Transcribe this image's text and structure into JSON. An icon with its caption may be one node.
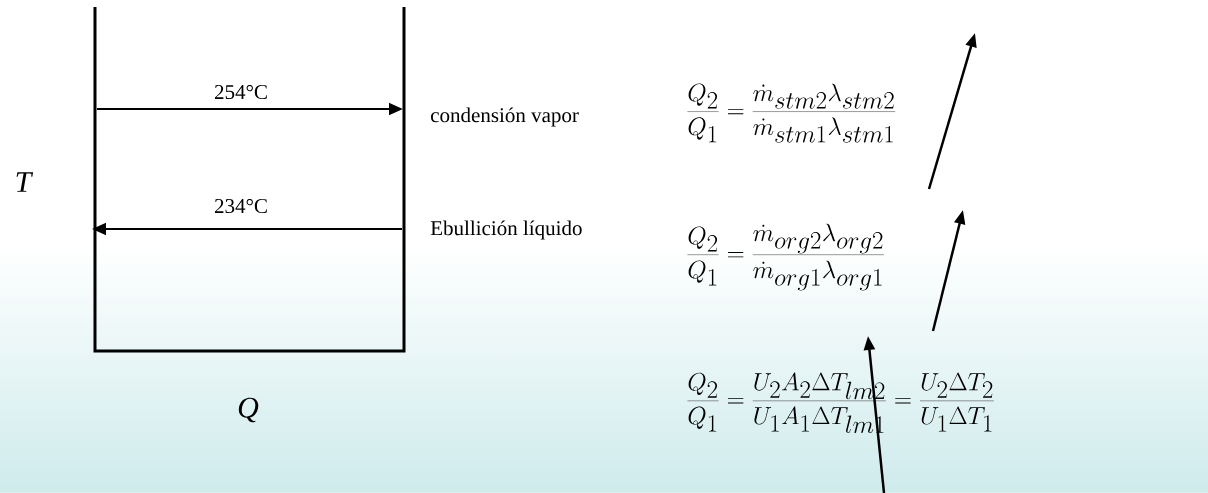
{
  "diagram": {
    "labels": [
      "254°C",
      "condensión vapor",
      "\\frac{Q_2}{Q_1}=\\frac{\\dot m_{stm2}\\lambda_{stm2}}{\\dot m_{stm1}\\lambda_{stm1}}",
      "T",
      "234°C",
      "Ebullición líquido",
      "\\frac{Q_2}{Q_1}=\\frac{\\dot m_{org2}\\lambda_{org2}}{\\dot m_{org1}\\lambda_{org1}}",
      "\\frac{Q_2}{Q_1}=\\frac{U_2A_2\\Delta T_{lm2}}{U_1A_1\\Delta T_{lm1}}=\\frac{U_2\\Delta T_2}{U_1\\Delta T_1}",
      "Q"
    ]
  }
}
